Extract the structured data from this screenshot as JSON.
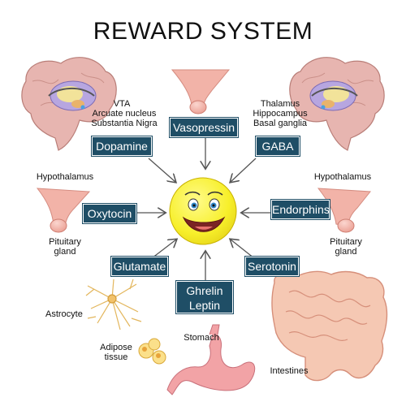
{
  "title": "REWARD SYSTEM",
  "neurotransmitters": {
    "dopamine": "Dopamine",
    "vasopressin": "Vasopressin",
    "gaba": "GABA",
    "oxytocin": "Oxytocin",
    "endorphins": "Endorphins",
    "glutamate": "Glutamate",
    "serotonin": "Serotonin",
    "ghrelin": "Ghrelin",
    "leptin": "Leptin"
  },
  "labels": {
    "vta": "VTA",
    "arcuate": "Arcuate nucleus",
    "nigra": "Substantia Nigra",
    "thalamus": "Thalamus",
    "hippocampus": "Hippocampus",
    "basal": "Basal ganglia",
    "hypothalamus_left": "Hypothalamus",
    "hypothalamus_right": "Hypothalamus",
    "pituitary_left_1": "Pituitary",
    "pituitary_left_2": "gland",
    "pituitary_right_1": "Pituitary",
    "pituitary_right_2": "gland",
    "astrocyte": "Astrocyte",
    "adipose_1": "Adipose",
    "adipose_2": "tissue",
    "stomach": "Stomach",
    "intestines": "Intestines"
  },
  "watermark_id": "#1083799083",
  "colors": {
    "box": "#1f4e66",
    "smiley": "#f7ef2a",
    "organ_pink": "#f2b3a8",
    "brain": "#e7b5b0"
  }
}
